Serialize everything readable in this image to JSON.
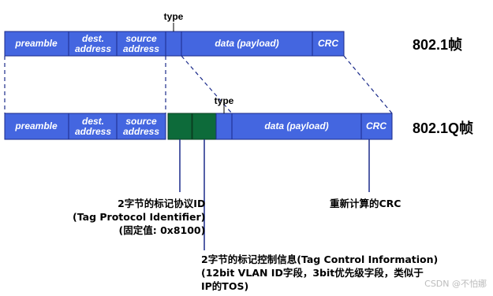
{
  "frames": {
    "dot1": {
      "label": "802.1帧",
      "cells": {
        "preamble": "preamble",
        "dest": [
          "dest.",
          "address"
        ],
        "source": [
          "source",
          "address"
        ],
        "type": "type",
        "data": "data (payload)",
        "crc": "CRC"
      }
    },
    "dot1q": {
      "label": "802.1Q帧",
      "cells": {
        "preamble": "preamble",
        "dest": [
          "dest.",
          "address"
        ],
        "source": [
          "source",
          "address"
        ],
        "type": "type",
        "data": "data (payload)",
        "crc": "CRC"
      }
    }
  },
  "annotations": {
    "tpid": [
      "2字节的标记协议ID",
      "(Tag Protocol Identifier)",
      "(固定值: 0x8100)"
    ],
    "tci": [
      "2字节的标记控制信息(Tag Control Information)",
      "(12bit VLAN ID字段，3bit优先级字段，类似于",
      "IP的TOS)"
    ],
    "crc": "重新计算的CRC"
  },
  "watermark": "CSDN @不怕娜",
  "colors": {
    "field_fill": "#4466e0",
    "field_border": "#1b2b8a",
    "tag_fill": "#0d6b3a",
    "frame_bar": "#ffffff",
    "dashed_line": "#1b2b8a"
  }
}
